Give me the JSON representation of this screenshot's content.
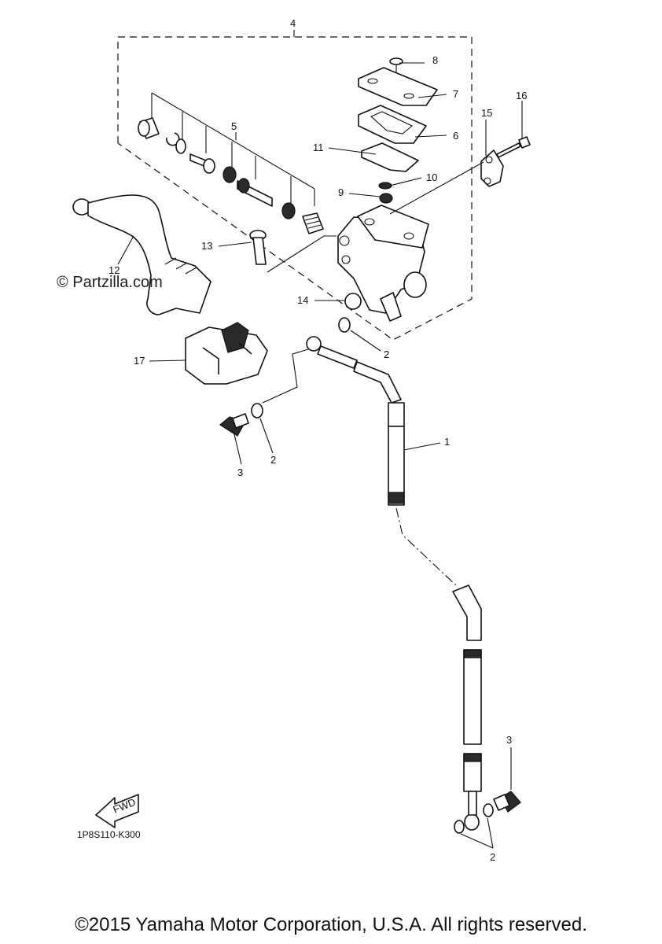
{
  "watermark": "© Partzilla.com",
  "diagram_code": "1P8S110-K300",
  "fwd_label": "FWD",
  "copyright": "©2015 Yamaha Motor Corporation, U.S.A. All rights reserved.",
  "callouts": {
    "c1": "1",
    "c2a": "2",
    "c2b": "2",
    "c2c": "2",
    "c3a": "3",
    "c3b": "3",
    "c4": "4",
    "c5": "5",
    "c6": "6",
    "c7": "7",
    "c8": "8",
    "c9": "9",
    "c10": "10",
    "c11": "11",
    "c12": "12",
    "c13": "13",
    "c14": "14",
    "c15": "15",
    "c16": "16",
    "c17": "17"
  }
}
